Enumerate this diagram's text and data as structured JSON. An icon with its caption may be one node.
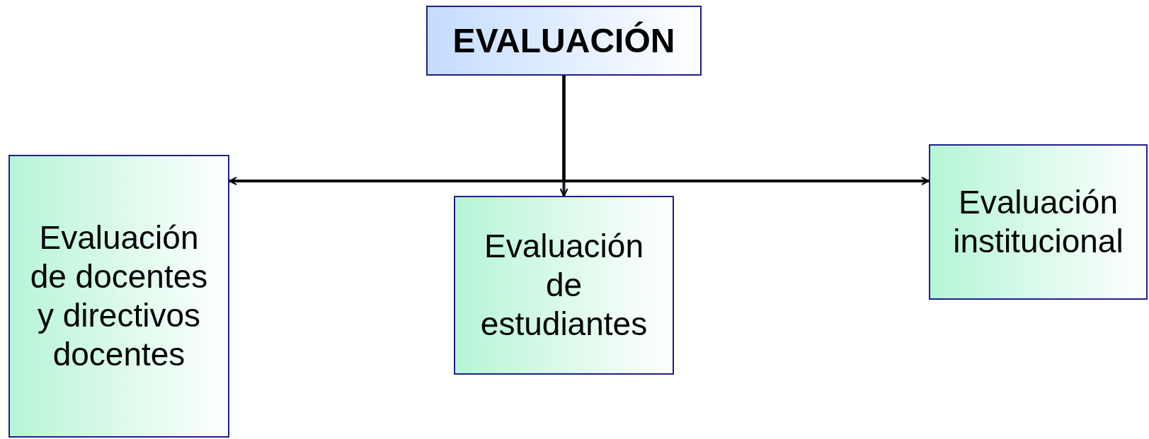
{
  "diagram": {
    "nodes": [
      {
        "text": [
          "EVALUACIÓN"
        ]
      },
      {
        "text": [
          "Evaluación de docentes y directivos docentes"
        ]
      },
      {
        "text": [
          "Evaluación de estudiantes"
        ]
      },
      {
        "text": [
          "Evaluación institucional"
        ]
      }
    ],
    "edges": [
      {
        "from": 0,
        "to": 1,
        "arrow": "to"
      },
      {
        "from": 0,
        "to": 2,
        "arrow": "to"
      },
      {
        "from": 0,
        "to": 3,
        "arrow": "to"
      }
    ]
  }
}
